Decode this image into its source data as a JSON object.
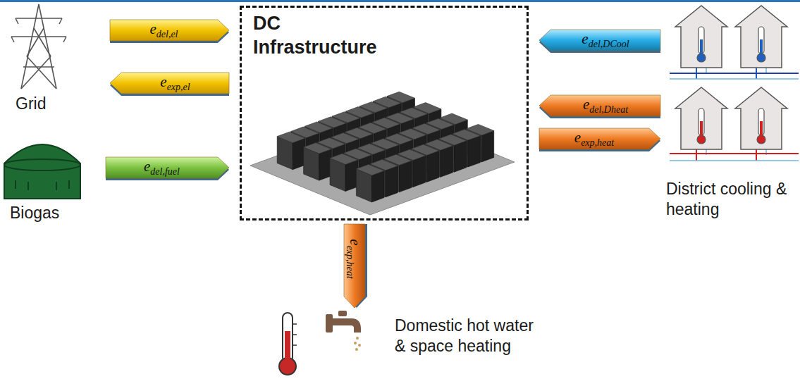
{
  "diagram": {
    "nodes": [
      {
        "text": [
          "Grid"
        ]
      },
      {
        "text": [
          "DC Infrastructure"
        ]
      },
      {
        "text": [
          "District cooling & heating"
        ]
      },
      {
        "text": [
          "Biogas"
        ]
      },
      {
        "text": [
          "Domestic hot water & space heating"
        ]
      }
    ],
    "edges": [
      {
        "from": 0,
        "to": 1,
        "label": "edel,el",
        "arrow": "to"
      },
      {
        "from": 1,
        "to": 0,
        "label": "eexp,el",
        "arrow": "to"
      },
      {
        "from": 3,
        "to": 1,
        "label": "edel,fuel",
        "arrow": "to"
      },
      {
        "from": 2,
        "to": 1,
        "label": "edel,DCool",
        "arrow": "to"
      },
      {
        "from": 2,
        "to": 1,
        "label": "edel,Dheat",
        "arrow": "to"
      },
      {
        "from": 1,
        "to": 2,
        "label": "eexp,heat",
        "arrow": "to"
      },
      {
        "from": 1,
        "to": 4,
        "label": "eexp,heat",
        "arrow": "to"
      }
    ]
  }
}
